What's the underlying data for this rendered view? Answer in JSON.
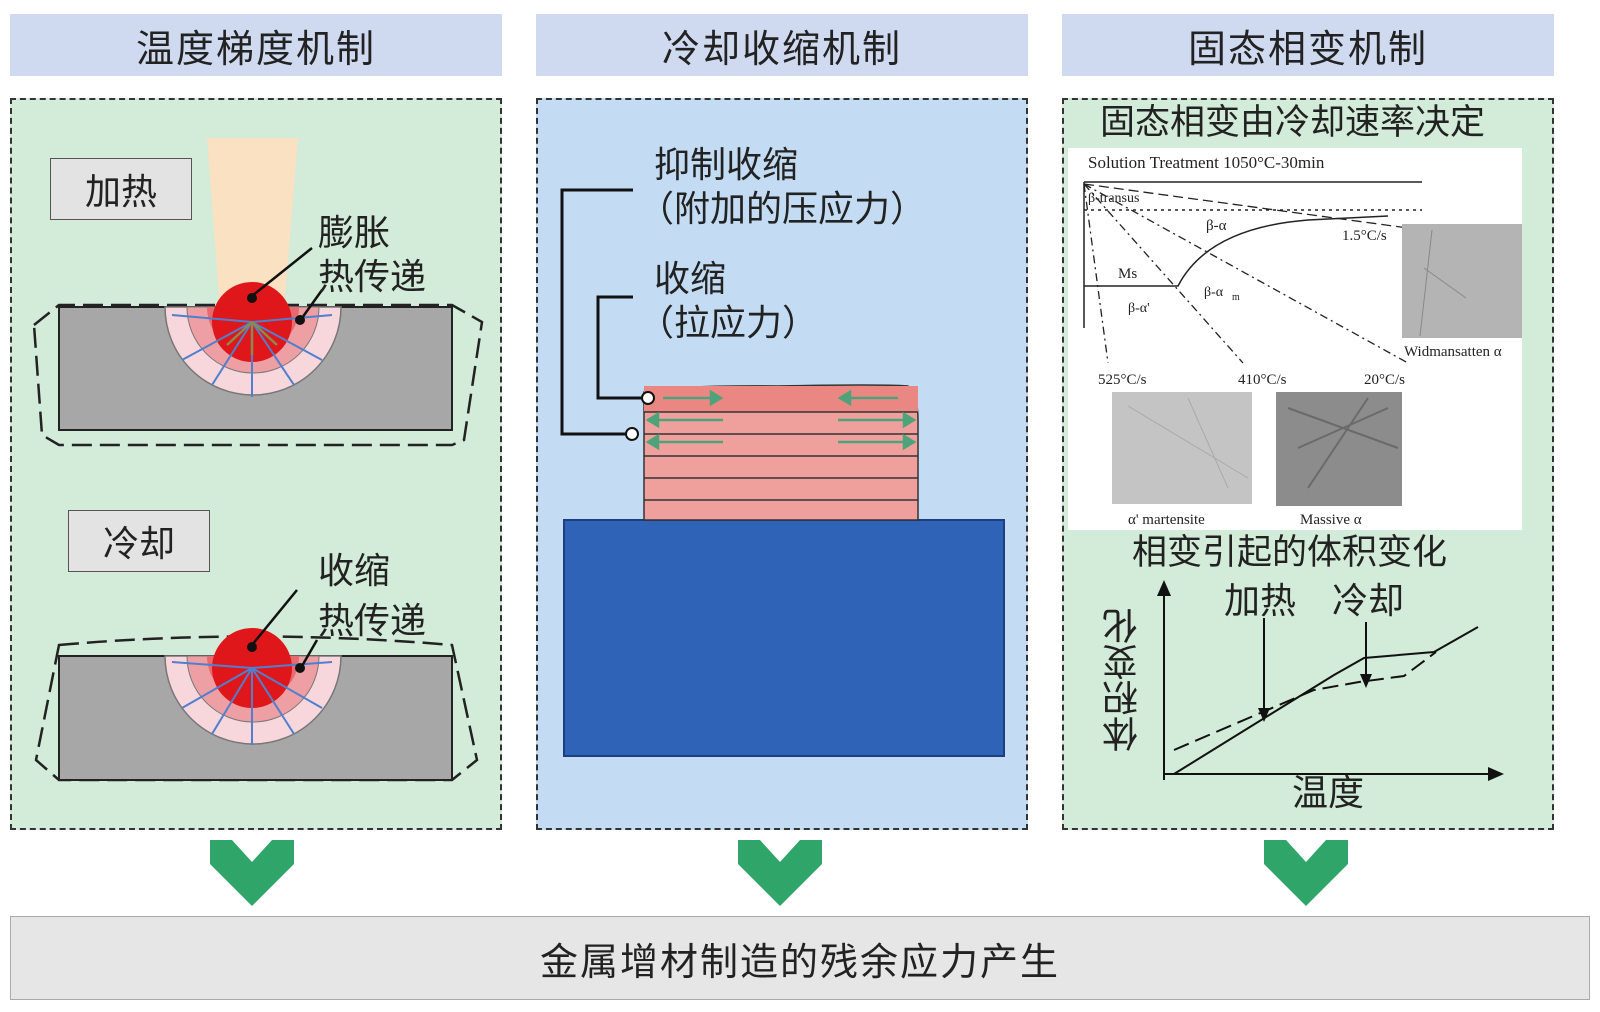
{
  "headers": [
    "温度梯度机制",
    "冷却收缩机制",
    "固态相变机制"
  ],
  "panel1": {
    "heating": "加热",
    "expansion": "膨胀",
    "heat_transfer": "热传递",
    "cooling": "冷却",
    "shrink": "收缩",
    "heat_transfer_2": "热传递"
  },
  "panel2": {
    "suppress": "抑制收缩",
    "compressive": "（附加的压应力）",
    "shrink": "收缩",
    "tensile": "（拉应力）"
  },
  "panel3": {
    "title": "固态相变由冷却速率决定",
    "cct": {
      "solution": "Solution Treatment 1050°C-30min",
      "transus": "β-transus",
      "beta_alpha": "β-α",
      "ms": "Ms",
      "beta_alpha_prime": "β-α'",
      "beta_alpha_m": "β-α",
      "beta_alpha_m_sub": "m",
      "rate_1": "1.5°C/s",
      "rate_2": "525°C/s",
      "rate_3": "410°C/s",
      "rate_4": "20°C/s",
      "widman": "Widmansatten α",
      "martensite": "α' martensite",
      "massive": "Massive α"
    },
    "volume_title": "相变引起的体积变化",
    "graph": {
      "heating": "加热",
      "cooling": "冷却",
      "ylabel": "体积变化",
      "xlabel": "温度"
    }
  },
  "footer": "金属增材制造的残余应力产生",
  "colors": {
    "header_bg": "#cfd9ef",
    "panel_green": "#d3ebd9",
    "panel_blue": "#c3dcf3",
    "arrow_green": "#2fa56a",
    "steel_gray": "#a7a7a7",
    "melt_red": "#e0171a",
    "substrate_blue": "#2f63b8",
    "layer_pink": "#f0a09c"
  }
}
